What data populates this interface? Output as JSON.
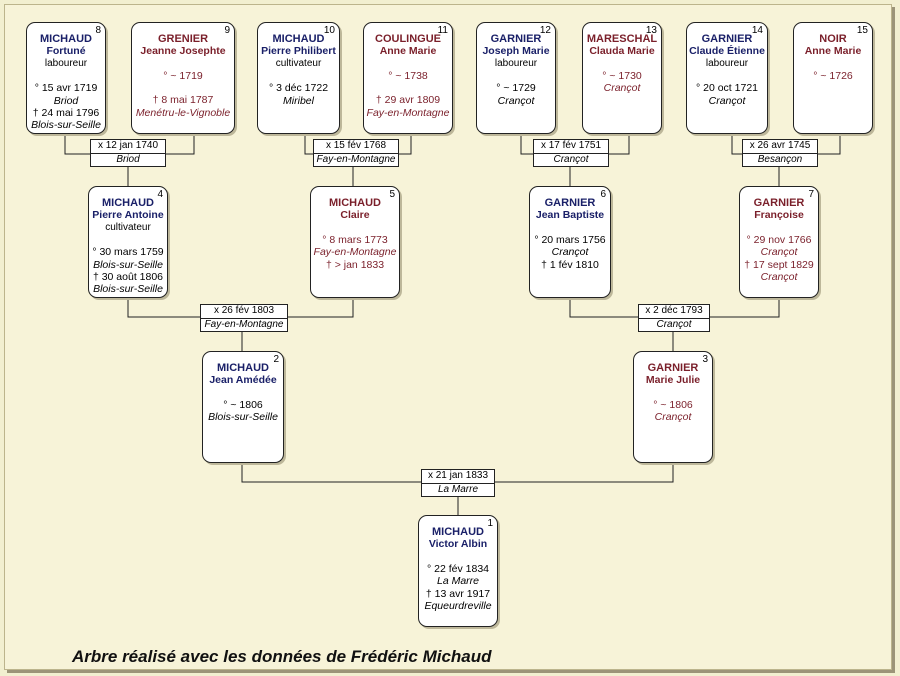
{
  "persons": [
    {
      "id": "p1",
      "num": "1",
      "sex": "m",
      "surname": "MICHAUD",
      "given": "Victor Albin",
      "occupation": "",
      "birth": "° 22 fév 1834",
      "birth_place": "La Marre",
      "death": "† 13 avr 1917",
      "death_place": "Equeurdreville"
    },
    {
      "id": "p2",
      "num": "2",
      "sex": "m",
      "surname": "MICHAUD",
      "given": "Jean Amédée",
      "occupation": "",
      "birth": "° ~ 1806",
      "birth_place": "Blois-sur-Seille",
      "death": "",
      "death_place": ""
    },
    {
      "id": "p3",
      "num": "3",
      "sex": "f",
      "surname": "GARNIER",
      "given": "Marie Julie",
      "occupation": "",
      "birth": "° ~ 1806",
      "birth_place": "Crançot",
      "death": "",
      "death_place": ""
    },
    {
      "id": "p4",
      "num": "4",
      "sex": "m",
      "surname": "MICHAUD",
      "given": "Pierre Antoine",
      "occupation": "cultivateur",
      "birth": "° 30 mars 1759",
      "birth_place": "Blois-sur-Seille",
      "death": "† 30 août 1806",
      "death_place": "Blois-sur-Seille"
    },
    {
      "id": "p5",
      "num": "5",
      "sex": "f",
      "surname": "MICHAUD",
      "given": "Claire",
      "occupation": "",
      "birth": "° 8 mars 1773",
      "birth_place": "Fay-en-Montagne",
      "death": "† > jan 1833",
      "death_place": ""
    },
    {
      "id": "p6",
      "num": "6",
      "sex": "m",
      "surname": "GARNIER",
      "given": "Jean Baptiste",
      "occupation": "",
      "birth": "° 20 mars 1756",
      "birth_place": "Crançot",
      "death": "† 1 fév 1810",
      "death_place": ""
    },
    {
      "id": "p7",
      "num": "7",
      "sex": "f",
      "surname": "GARNIER",
      "given": "Françoise",
      "occupation": "",
      "birth": "° 29 nov 1766",
      "birth_place": "Crançot",
      "death": "† 17 sept 1829",
      "death_place": "Crançot"
    },
    {
      "id": "p8",
      "num": "8",
      "sex": "m",
      "surname": "MICHAUD",
      "given": "Fortuné",
      "occupation": "laboureur",
      "birth": "° 15 avr 1719",
      "birth_place": "Briod",
      "death": "† 24 mai 1796",
      "death_place": "Blois-sur-Seille"
    },
    {
      "id": "p9",
      "num": "9",
      "sex": "f",
      "surname": "GRENIER",
      "given": "Jeanne Josephte",
      "occupation": "",
      "birth": "° ~ 1719",
      "birth_place": "",
      "death": "† 8 mai 1787",
      "death_place": "Menétru-le-Vignoble"
    },
    {
      "id": "p10",
      "num": "10",
      "sex": "m",
      "surname": "MICHAUD",
      "given": "Pierre Philibert",
      "occupation": "cultivateur",
      "birth": "° 3 déc 1722",
      "birth_place": "Miribel",
      "death": "",
      "death_place": ""
    },
    {
      "id": "p11",
      "num": "11",
      "sex": "f",
      "surname": "COULINGUE",
      "given": "Anne Marie",
      "occupation": "",
      "birth": "° ~ 1738",
      "birth_place": "",
      "death": "† 29 avr 1809",
      "death_place": "Fay-en-Montagne"
    },
    {
      "id": "p12",
      "num": "12",
      "sex": "m",
      "surname": "GARNIER",
      "given": "Joseph Marie",
      "occupation": "laboureur",
      "birth": "° ~ 1729",
      "birth_place": "Crançot",
      "death": "",
      "death_place": ""
    },
    {
      "id": "p13",
      "num": "13",
      "sex": "f",
      "surname": "MARESCHAL",
      "given": "Clauda Marie",
      "occupation": "",
      "birth": "° ~ 1730",
      "birth_place": "Crançot",
      "death": "",
      "death_place": ""
    },
    {
      "id": "p14",
      "num": "14",
      "sex": "m",
      "surname": "GARNIER",
      "given": "Claude Étienne",
      "occupation": "laboureur",
      "birth": "° 20 oct 1721",
      "birth_place": "Crançot",
      "death": "",
      "death_place": ""
    },
    {
      "id": "p15",
      "num": "15",
      "sex": "f",
      "surname": "NOIR",
      "given": "Anne Marie",
      "occupation": "",
      "birth": "° ~ 1726",
      "birth_place": "",
      "death": "",
      "death_place": ""
    }
  ],
  "marriages": [
    {
      "id": "m1",
      "date": "x 21 jan 1833",
      "place": "La Marre"
    },
    {
      "id": "m2",
      "date": "x 26 fév 1803",
      "place": "Fay-en-Montagne"
    },
    {
      "id": "m3",
      "date": "x 2 déc 1793",
      "place": "Crançot"
    },
    {
      "id": "m4",
      "date": "x 12 jan 1740",
      "place": "Briod"
    },
    {
      "id": "m5",
      "date": "x 15 fév 1768",
      "place": "Fay-en-Montagne"
    },
    {
      "id": "m6",
      "date": "x 17 fév 1751",
      "place": "Crançot"
    },
    {
      "id": "m7",
      "date": "x 26 avr 1745",
      "place": "Besançon"
    }
  ],
  "footer": "Arbre réalisé avec les données de Frédéric Michaud",
  "colors": {
    "background": "#f2efd0",
    "male": "#1a2068",
    "female": "#7a1f2a",
    "line": "#222222"
  }
}
